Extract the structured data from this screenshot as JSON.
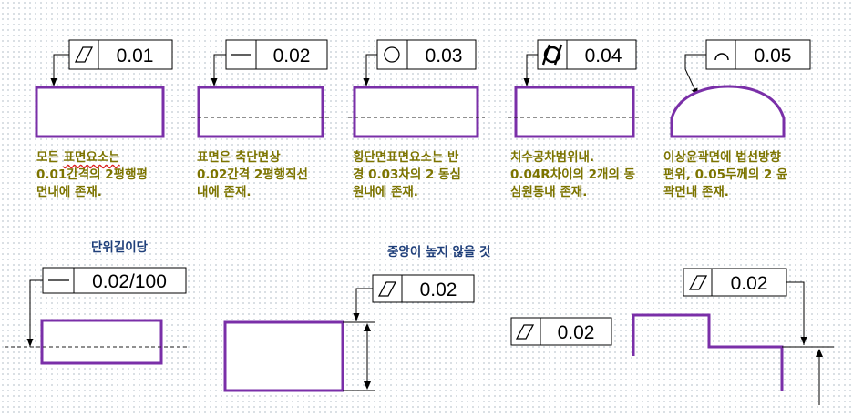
{
  "top_examples": [
    {
      "symbol": "flatness-icon",
      "tolerance": "0.01",
      "caption_lines": [
        "모든 표면요소는",
        "0.01간격의 2평행평",
        "면내에 존재."
      ],
      "squiggle_text": "표면요소는"
    },
    {
      "symbol": "straightness-icon",
      "tolerance": "0.02",
      "caption_lines": [
        "표면은 축단면상",
        "0.02간격 2평행직선",
        "내에 존재."
      ]
    },
    {
      "symbol": "circularity-icon",
      "tolerance": "0.03",
      "caption_lines": [
        "횡단면표면요소는 반",
        "경 0.03차의 2 동심",
        "원내에 존재."
      ]
    },
    {
      "symbol": "cylindricity-icon",
      "tolerance": "0.04",
      "caption_lines": [
        "치수공차범위내.",
        "0.04R차이의 2개의 동",
        "심원통내 존재."
      ]
    },
    {
      "symbol": "profile-of-surface-icon",
      "tolerance": "0.05",
      "caption_lines": [
        "이상윤곽면에 법선방향",
        "편위, 0.05두께의 2 윤",
        "곽면내 존재."
      ]
    }
  ],
  "bottom_examples": {
    "unit_length": {
      "note": "단위길이당",
      "symbol": "straightness-icon",
      "tolerance": "0.02/100"
    },
    "not_convex": {
      "note": "중앙이 높지 않을 것",
      "symbol": "flatness-icon",
      "tolerance": "0.02"
    },
    "stepped_left": {
      "symbol": "flatness-icon",
      "tolerance": "0.02"
    },
    "stepped_right": {
      "symbol": "flatness-icon",
      "tolerance": "0.02"
    }
  },
  "colors": {
    "part_outline": "#7a2fa8",
    "caption_text": "#7c7400",
    "note_text": "#1f3f7a"
  }
}
